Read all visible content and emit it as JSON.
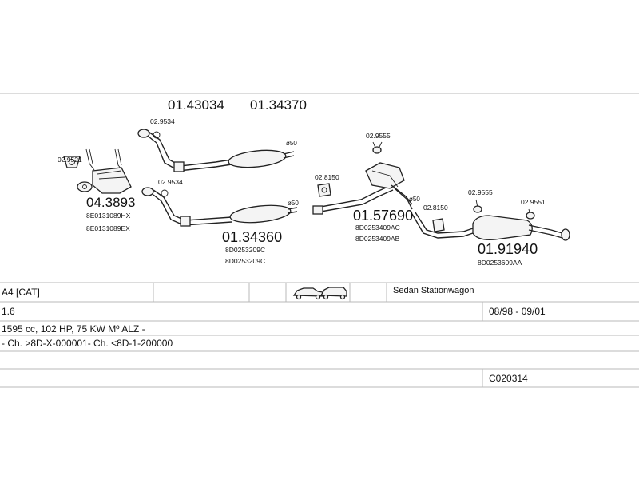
{
  "diagram": {
    "parts": [
      {
        "id": "cat",
        "number": "04.3893",
        "oem": [
          "8E0131089HX",
          "8E0131089EX"
        ]
      },
      {
        "id": "front_pipe_top",
        "number": "01.43034"
      },
      {
        "id": "front_pipe_top_alt",
        "number": "01.34370"
      },
      {
        "id": "front_pipe_bottom",
        "number": "01.34360",
        "oem": [
          "8D0253209C",
          "8D0253209C"
        ]
      },
      {
        "id": "mid_silencer",
        "number": "01.57690",
        "oem": [
          "8D0253409AC",
          "8D0253409AB"
        ]
      },
      {
        "id": "rear_silencer",
        "number": "01.91940",
        "oem": [
          "8D0253609AA"
        ]
      }
    ],
    "fittings": [
      "02.9521",
      "02.9534",
      "02.9534",
      "02.9555",
      "02.8150",
      "02.8150",
      "02.9555",
      "02.9551"
    ],
    "diameters": [
      "ø50",
      "ø50",
      "ø50"
    ]
  },
  "table": {
    "model": "A4  [CAT]",
    "body": "Sedan  Stationwagon",
    "engine": "1.6",
    "years": "08/98 - 09/01",
    "specs": "1595 cc, 102 HP, 75 KW Mº ALZ -",
    "chassis": "- Ch. >8D-X-000001- Ch. <8D-1-200000",
    "code": "C020314"
  }
}
